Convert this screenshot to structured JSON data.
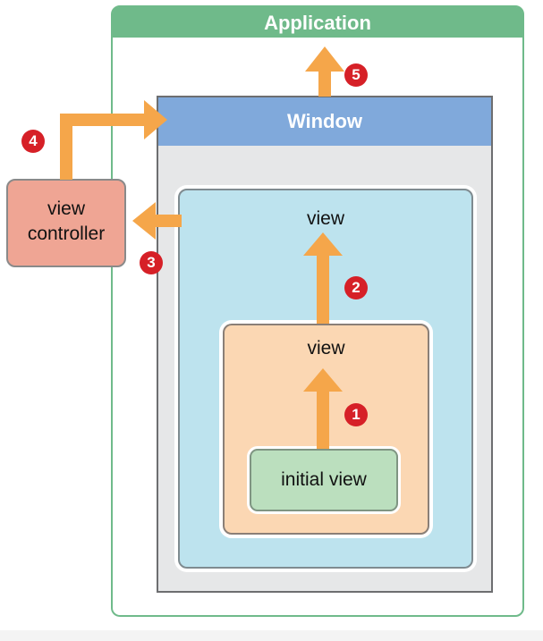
{
  "application": {
    "label": "Application"
  },
  "window": {
    "label": "Window"
  },
  "views": {
    "outer_label": "view",
    "inner_label": "view",
    "initial_label": "initial view"
  },
  "view_controller": {
    "line1": "view",
    "line2": "controller"
  },
  "steps": [
    "1",
    "2",
    "3",
    "4",
    "5"
  ],
  "colors": {
    "application": "#6fba8a",
    "window_header": "#80a9db",
    "window_body": "#e6e7e8",
    "outer_view": "#bde3ee",
    "inner_view": "#fbd7b3",
    "initial_view": "#bbdfbe",
    "view_controller": "#efa594",
    "arrow": "#f5a64a",
    "badge": "#d62027"
  }
}
